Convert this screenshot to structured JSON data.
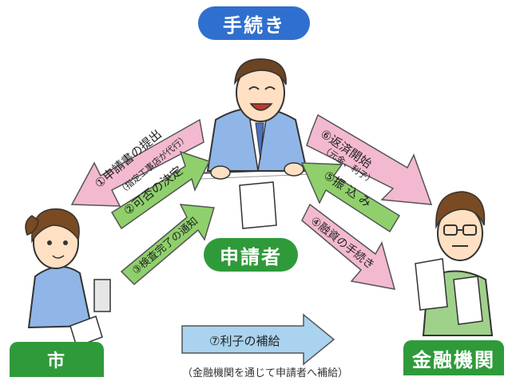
{
  "title": "手続き",
  "roles": {
    "applicant": "申請者",
    "city": "市",
    "bank": "金融機関"
  },
  "steps": {
    "s1_main": "①申請書の提出",
    "s1_sub": "（指定工事店が代行）",
    "s2": "②可否の決定",
    "s3": "③検査完了の通知",
    "s4": "④融資の手続き",
    "s5": "⑤振 込 み",
    "s6_main": "⑥返済開始",
    "s6_sub": "（元金、利子）",
    "s7": "⑦利子の補給",
    "s7_note": "（金融機関を通じて申請者へ補給）"
  },
  "colors": {
    "pink": "#f3b9d0",
    "green": "#8fd06c",
    "blue": "#a9d3ef",
    "pill_blue": "#2f6fcf",
    "pill_green": "#2f9a3a"
  }
}
